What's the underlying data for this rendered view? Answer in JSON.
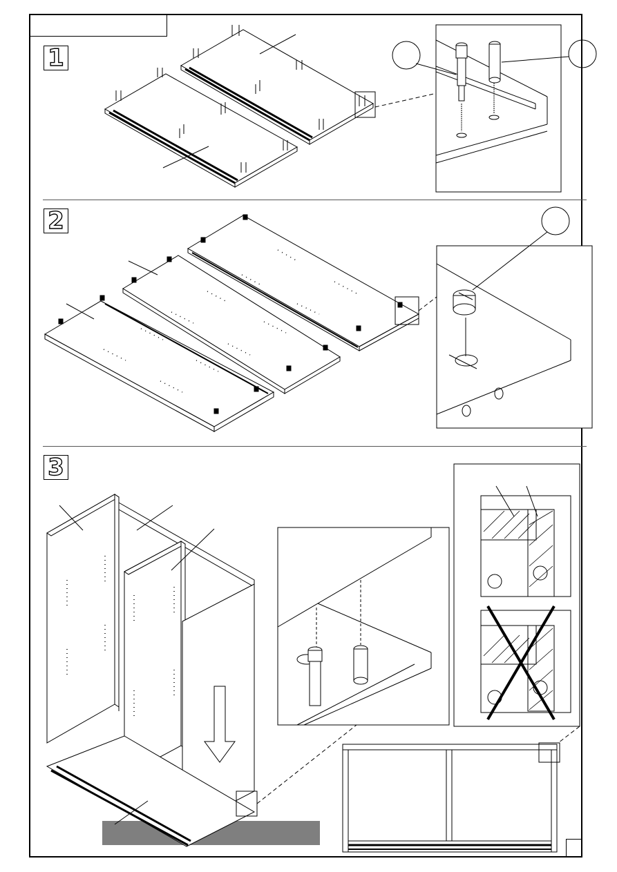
{
  "steps": [
    {
      "number": "1"
    },
    {
      "number": "2"
    },
    {
      "number": "3"
    }
  ],
  "icons": [
    "dowel-icon",
    "cam-bolt-icon",
    "cam-lock-icon",
    "down-arrow-icon",
    "wrong-cross-icon"
  ],
  "colors": {
    "line": "#000000",
    "panel": "#ffffff",
    "bar": "#7f7f7f"
  }
}
